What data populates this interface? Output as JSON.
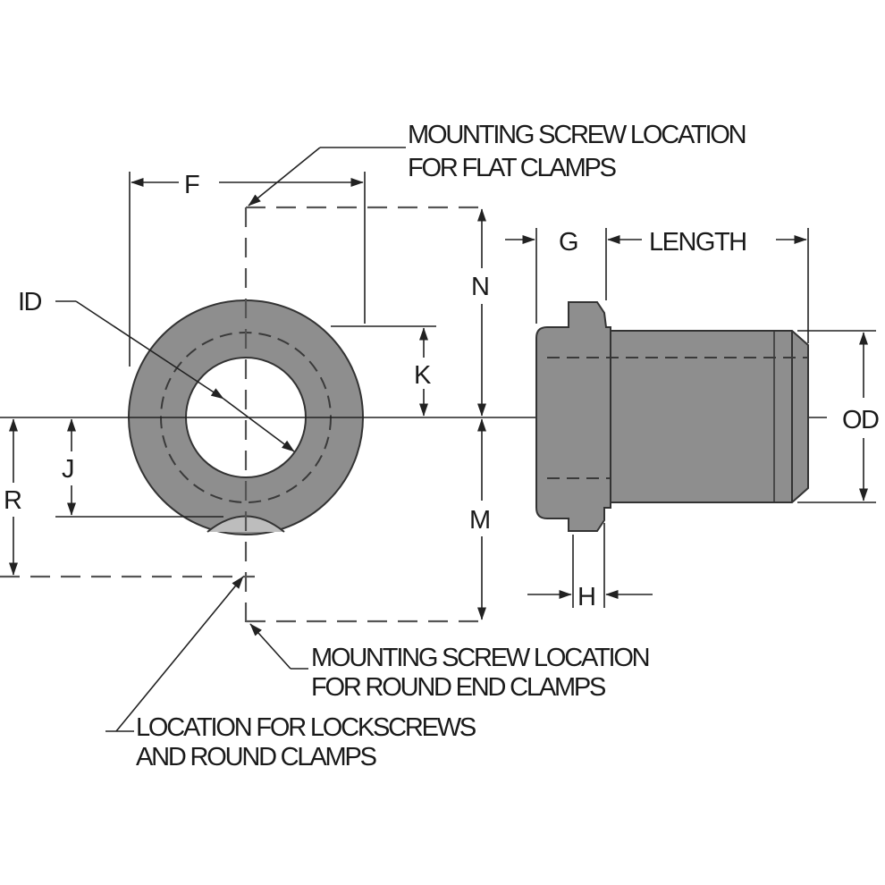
{
  "notes": {
    "flat_clamps_line1": "MOUNTING SCREW LOCATION",
    "flat_clamps_line2": "FOR FLAT CLAMPS",
    "round_end_line1": "MOUNTING SCREW LOCATION",
    "round_end_line2": "FOR ROUND END CLAMPS",
    "lockscrews_line1": "LOCATION FOR LOCKSCREWS",
    "lockscrews_line2": "AND ROUND CLAMPS"
  },
  "dimensions": {
    "F": "F",
    "ID": "ID",
    "N": "N",
    "K": "K",
    "J": "J",
    "R": "R",
    "M": "M",
    "G": "G",
    "LENGTH": "LENGTH",
    "OD": "OD",
    "H": "H"
  },
  "colors": {
    "body": "#8e8e8e",
    "lines": "#222222",
    "background": "#ffffff"
  }
}
